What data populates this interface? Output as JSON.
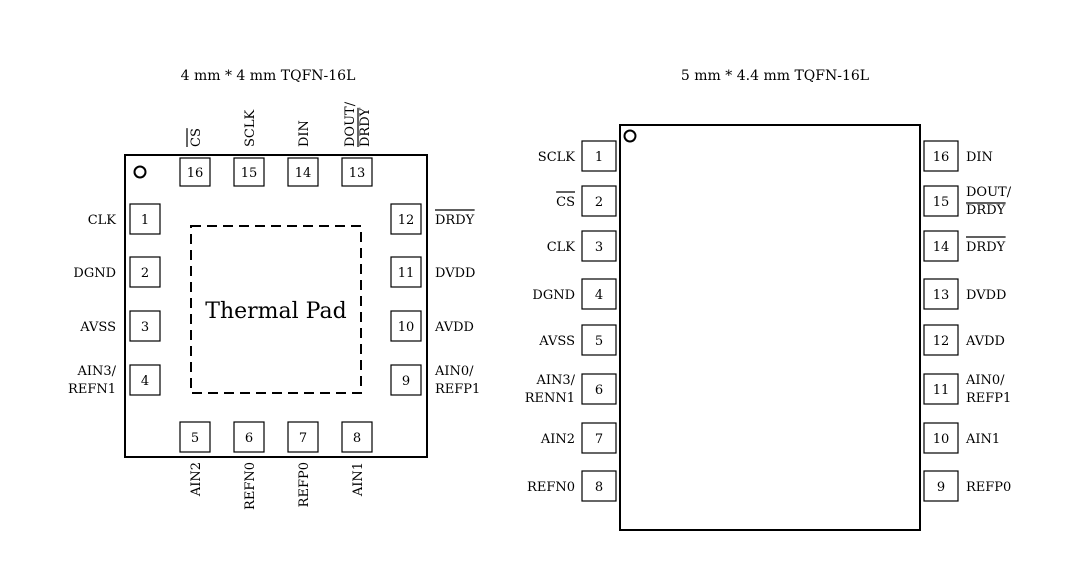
{
  "left": {
    "title": "4 mm * 4 mm TQFN-16L",
    "thermal_pad_label": "Thermal Pad",
    "pins_left": [
      {
        "num": "1",
        "label": [
          "CLK"
        ]
      },
      {
        "num": "2",
        "label": [
          "DGND"
        ]
      },
      {
        "num": "3",
        "label": [
          "AVSS"
        ]
      },
      {
        "num": "4",
        "label": [
          "AIN3/",
          "REFN1"
        ]
      }
    ],
    "pins_bottom": [
      {
        "num": "5",
        "label": "AIN2"
      },
      {
        "num": "6",
        "label": "REFN0"
      },
      {
        "num": "7",
        "label": "REFP0"
      },
      {
        "num": "8",
        "label": "AIN1"
      }
    ],
    "pins_right": [
      {
        "num": "9",
        "label": [
          "AIN0/",
          "REFP1"
        ]
      },
      {
        "num": "10",
        "label": [
          "AVDD"
        ]
      },
      {
        "num": "11",
        "label": [
          "DVDD"
        ]
      },
      {
        "num": "12",
        "label": [
          "DRDY"
        ],
        "overline": true
      }
    ],
    "pins_top": [
      {
        "num": "13",
        "label": [
          "DOUT/",
          "DRDY"
        ],
        "overline": false,
        "overline_second": true
      },
      {
        "num": "14",
        "label": [
          "DIN"
        ]
      },
      {
        "num": "15",
        "label": [
          "SCLK"
        ]
      },
      {
        "num": "16",
        "label": [
          "CS"
        ],
        "overline": true
      }
    ]
  },
  "right": {
    "title": "5 mm * 4.4 mm TQFN-16L",
    "pins_left": [
      {
        "num": "1",
        "label": [
          "SCLK"
        ]
      },
      {
        "num": "2",
        "label": [
          "CS"
        ],
        "overline": true
      },
      {
        "num": "3",
        "label": [
          "CLK"
        ]
      },
      {
        "num": "4",
        "label": [
          "DGND"
        ]
      },
      {
        "num": "5",
        "label": [
          "AVSS"
        ]
      },
      {
        "num": "6",
        "label": [
          "AIN3/",
          "RENN1"
        ]
      },
      {
        "num": "7",
        "label": [
          "AIN2"
        ]
      },
      {
        "num": "8",
        "label": [
          "REFN0"
        ]
      }
    ],
    "pins_right": [
      {
        "num": "16",
        "label": [
          "DIN"
        ]
      },
      {
        "num": "15",
        "label": [
          "DOUT/",
          "DRDY"
        ],
        "overline_second": true
      },
      {
        "num": "14",
        "label": [
          "DRDY"
        ],
        "overline": true
      },
      {
        "num": "13",
        "label": [
          "DVDD"
        ]
      },
      {
        "num": "12",
        "label": [
          "AVDD"
        ]
      },
      {
        "num": "11",
        "label": [
          "AIN0/",
          "REFP1"
        ]
      },
      {
        "num": "10",
        "label": [
          "AIN1"
        ]
      },
      {
        "num": "9",
        "label": [
          "REFP0"
        ]
      }
    ]
  }
}
